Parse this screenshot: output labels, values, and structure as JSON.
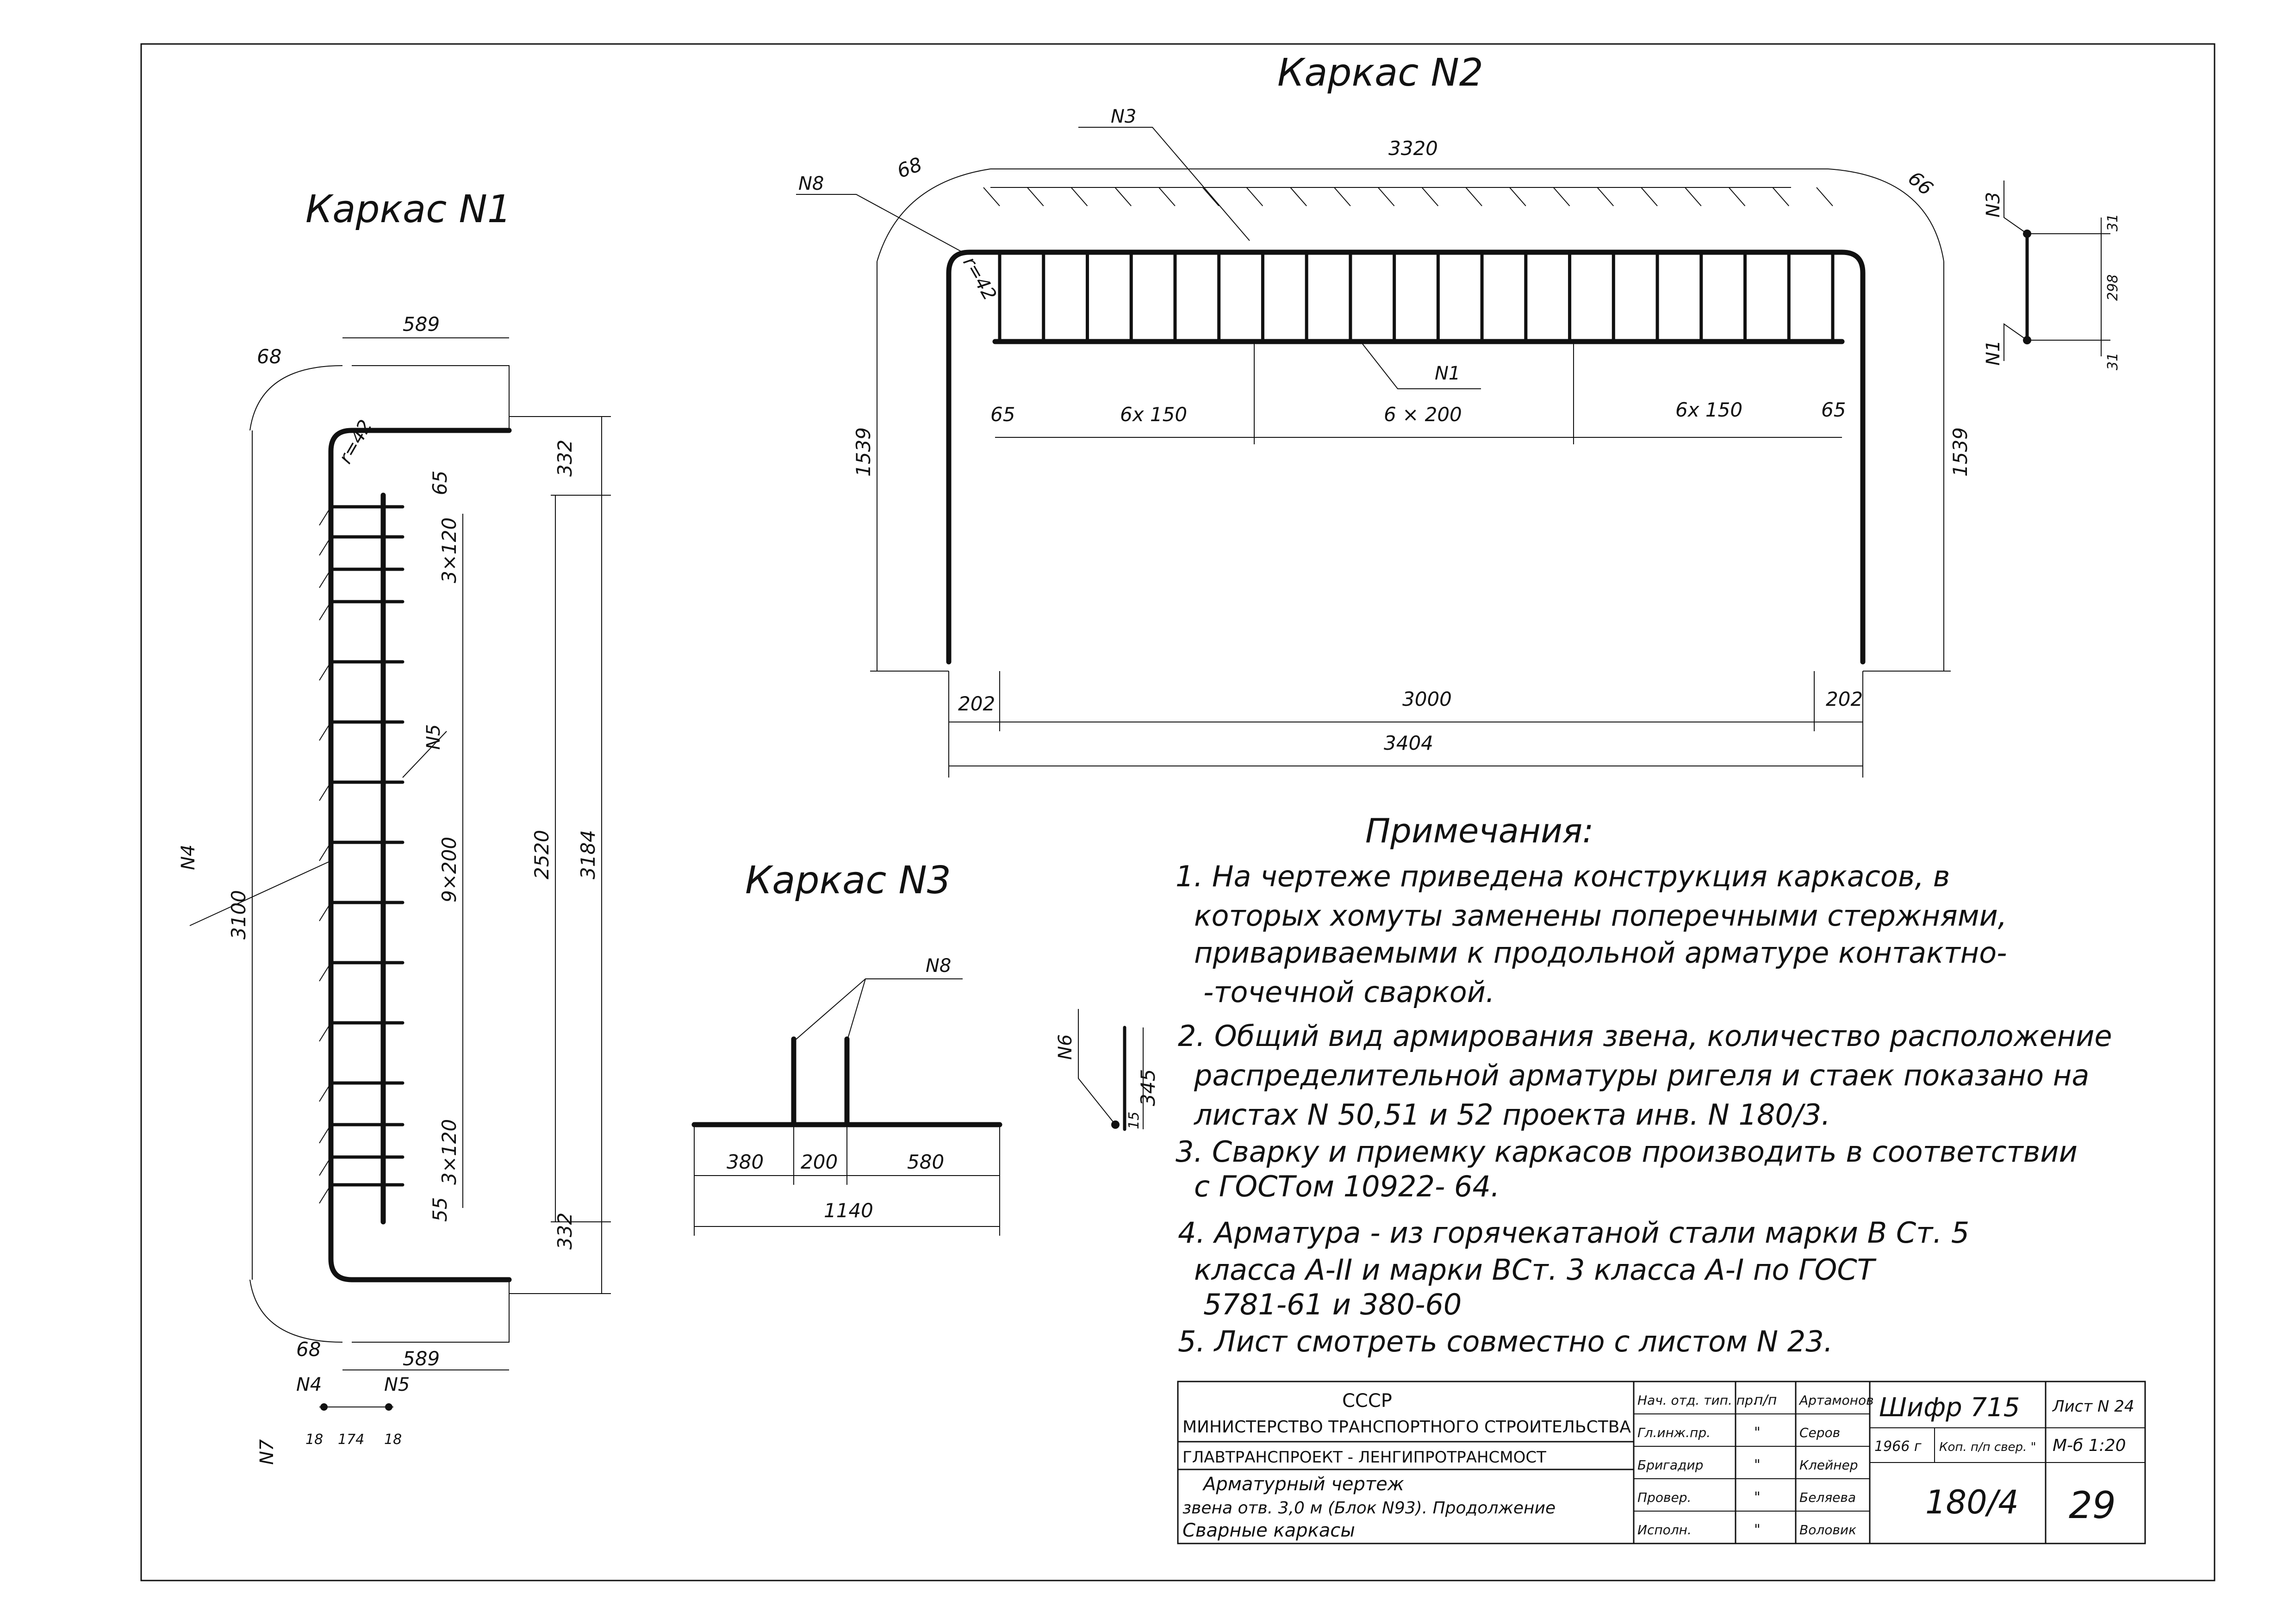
{
  "frames": {
    "k1": {
      "title": "Каркас N1",
      "dims": {
        "bend_top": "68",
        "bend_bot": "68",
        "leg_top": "589",
        "leg_bot": "589",
        "r": "r=42",
        "overall_a": "3100",
        "overall_b": "3184",
        "clear": "2520",
        "end_top": "332",
        "end_bot": "332",
        "pitch_top": "3×120",
        "pitch_mid": "9×200",
        "pitch_bot": "3×120",
        "off_top": "65",
        "off_bot": "55",
        "w1": "18",
        "w2": "174",
        "w3": "18"
      },
      "marks": {
        "n4": "N4",
        "n5": "N5",
        "n7": "N7",
        "n4b": "N4",
        "n5b": "N5"
      }
    },
    "k2": {
      "title": "Каркас N2",
      "dims": {
        "top": "3320",
        "bend_l": "68",
        "bend_r": "66",
        "r": "r=42",
        "left_h": "1539",
        "right_h": "1539",
        "e1": "65",
        "s1": "6x 150",
        "s2": "6 × 200",
        "s3": "6x 150",
        "e2": "65",
        "tail_l": "202",
        "tail_r": "202",
        "mid": "3000",
        "overall": "3404",
        "sec_top": "31",
        "sec_mid": "298",
        "sec_bot": "31"
      },
      "marks": {
        "n3": "N3",
        "n8": "N8",
        "n1": "N1",
        "sec_n3": "N3",
        "sec_n1": "N1"
      }
    },
    "k3": {
      "title": "Каркас N3",
      "dims": {
        "a": "380",
        "b": "200",
        "c": "580",
        "total": "1140",
        "h": "345",
        "t": "15"
      },
      "marks": {
        "n8": "N8",
        "n6": "N6"
      }
    }
  },
  "notes": {
    "heading": "Примечания:",
    "lines": [
      "1. На чертеже приведена конструкция каркасов, в",
      "которых   хомуты   заменены   поперечными  стержнями,",
      "привариваемыми к продольной  арматуре  контактно-",
      "-точечной  сваркой.",
      "2. Общий вид армирования звена, количество расположение",
      "распределительной арматуры  ригеля  и стаек  показано на",
      "листах   N 50,51 и 52    проекта  инв. N 180/3.",
      "3. Сварку  и  приемку  каркасов  производить  в соответствии",
      "с  ГОСТом    10922- 64.",
      "4. Арматура  - из горячекатаной  стали  марки   В Ст. 5",
      "класса  А-II  и марки  ВСт. 3 класса  А-I    по  ГОСТ",
      "5781-61 и 380-60",
      "5. Лист  смотреть  совместно  с  листом  N 23."
    ]
  },
  "title_block": {
    "ussr": "СССР",
    "ministry": "МИНИСТЕРСТВО ТРАНСПОРТНОГО СТРОИТЕЛЬСТВА",
    "org": "ГЛАВТРАНСПРОЕКТ - ЛЕНГИПРОТРАНСМОСТ",
    "desc1": "Арматурный  чертеж",
    "desc2": "звена отв. 3,0 м (Блок N93). Продолжение",
    "desc3": "Сварные каркасы",
    "roles": [
      "Нач. отд. тип. пр.",
      "Гл.инж.пр.",
      "Бригадир",
      "Провер.",
      "Исполн."
    ],
    "marks": [
      "п/п",
      "\"",
      "\"",
      "\"",
      "\""
    ],
    "names": [
      "Артамонов",
      "Серов",
      "Клейнер",
      "Беляева",
      "Воловик"
    ],
    "cipher": "Шифр 715",
    "year": "1966 г",
    "kop": "Коп. п/п свер. \"",
    "number": "180/4",
    "sheet_label": "Лист N 24",
    "scale": "М-б 1:20",
    "page": "29"
  }
}
